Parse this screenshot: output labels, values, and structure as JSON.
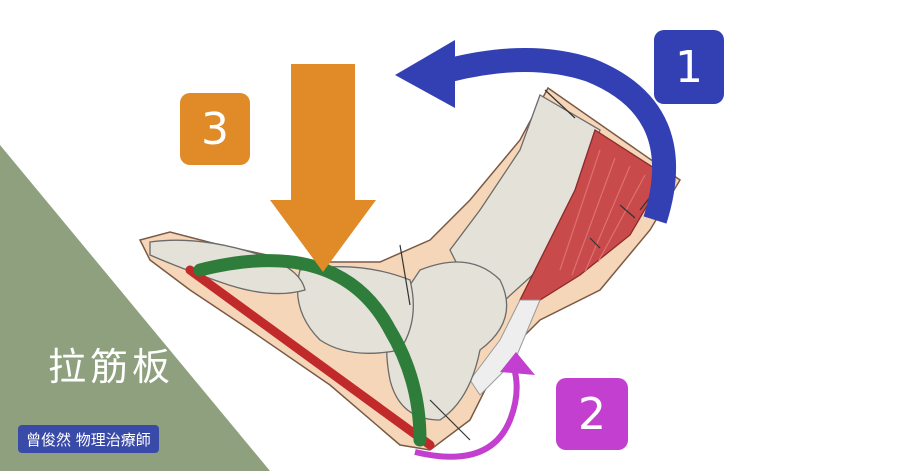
{
  "title": "拉筋板",
  "author": "曾俊然 物理治療師",
  "steps": [
    {
      "label": "1",
      "color": "#3340b3"
    },
    {
      "label": "2",
      "color": "#c23fcf"
    },
    {
      "label": "3",
      "color": "#e08a28"
    }
  ],
  "colors": {
    "background_triangle": "#8ea07e",
    "fascia_arc": "#2e7d3a",
    "board_line": "#c12a2a",
    "skin": "#f6d6b8",
    "bone": "#e4e1d8",
    "muscle": "#c84a4a"
  }
}
